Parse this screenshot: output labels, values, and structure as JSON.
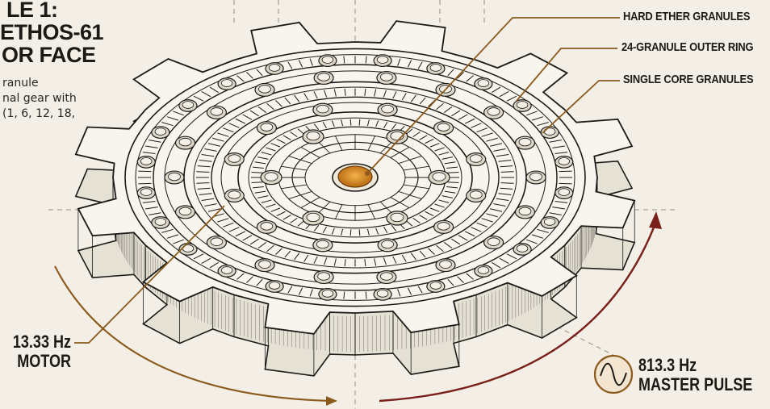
{
  "panel": {
    "title_lines": [
      "LE 1:",
      "ETHOS-61",
      "OR FACE"
    ],
    "desc_lines": [
      "ranule",
      "nal gear with",
      "(1, 6, 12, 18,"
    ]
  },
  "callouts": {
    "hard_ether": "HARD ETHER GRANULES",
    "outer_ring": "24-GRANULE OUTER RING",
    "single_core": "SINGLE CORE GRANULES"
  },
  "motor": {
    "freq": "13.33 Hz",
    "label": "MOTOR"
  },
  "pulse": {
    "freq": "813.3 Hz",
    "label": "MASTER PULSE"
  },
  "colors": {
    "ink": "#1c1a17",
    "accent": "#8b5a1c",
    "arrow": "#7a1f1a",
    "core": "#d98a1f",
    "paper": "#f3efe6"
  },
  "icons": {
    "pulse": "sine-wave-icon"
  }
}
